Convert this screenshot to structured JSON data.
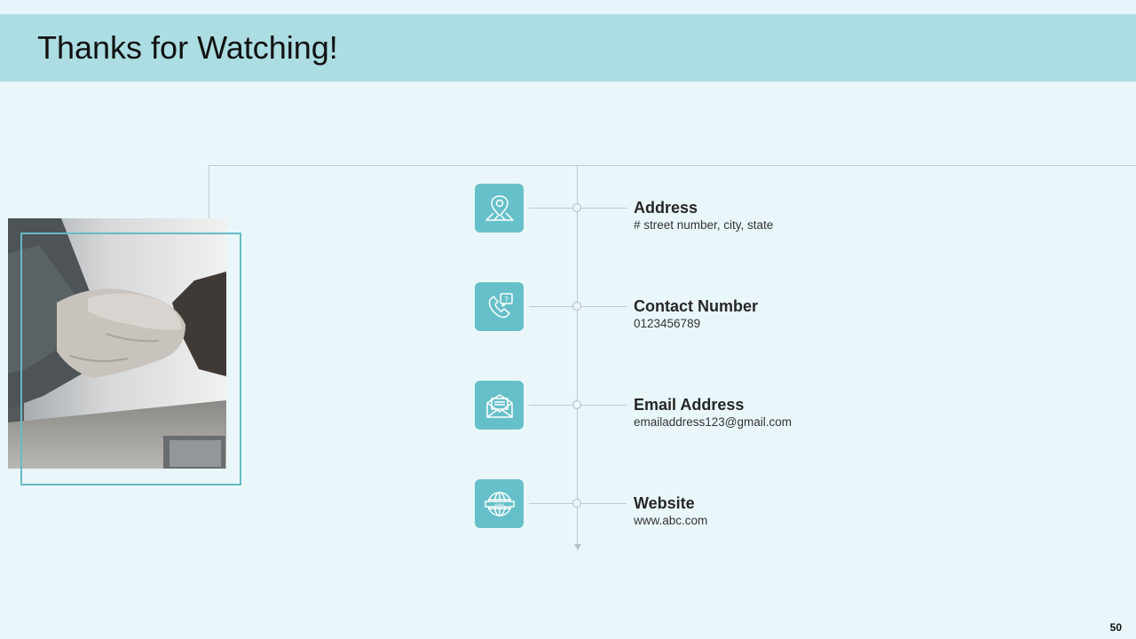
{
  "slide": {
    "title": "Thanks for Watching!",
    "page_number": "50"
  },
  "contacts": [
    {
      "label": "Address",
      "value": "# street number, city, state",
      "icon": "map-pin-icon"
    },
    {
      "label": "Contact Number",
      "value": "0123456789",
      "icon": "phone-icon"
    },
    {
      "label": "Email Address",
      "value": "emailaddress123@gmail.com",
      "icon": "envelope-icon"
    },
    {
      "label": "Website",
      "value": "www.abc.com",
      "icon": "globe-icon"
    }
  ],
  "colors": {
    "background": "#eaf7fa",
    "title_bar": "#abdde2",
    "accent": "#66c0c9",
    "photo_border": "#66bac6"
  }
}
